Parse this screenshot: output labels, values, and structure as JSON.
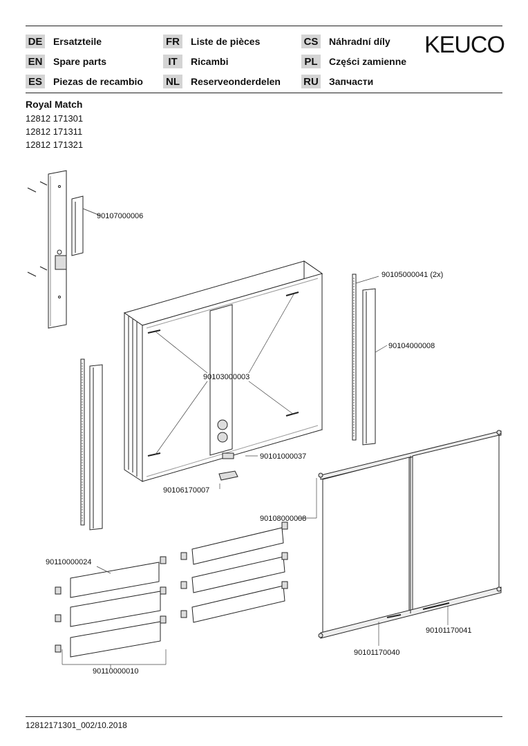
{
  "header": {
    "brand": "KEUCO",
    "languages": [
      {
        "code": "DE",
        "label": "Ersatzteile"
      },
      {
        "code": "EN",
        "label": "Spare parts"
      },
      {
        "code": "ES",
        "label": "Piezas de recambio"
      },
      {
        "code": "FR",
        "label": "Liste de pièces"
      },
      {
        "code": "IT",
        "label": "Ricambi"
      },
      {
        "code": "NL",
        "label": "Reserveonderdelen"
      },
      {
        "code": "CS",
        "label": "Náhradní díly"
      },
      {
        "code": "PL",
        "label": "Części zamienne"
      },
      {
        "code": "RU",
        "label": "Запчасти"
      }
    ]
  },
  "product": {
    "name": "Royal Match",
    "numbers": [
      "12812 171301",
      "12812 171311",
      "12812 171321"
    ]
  },
  "parts": [
    "90107000006",
    "90105000041 (2x)",
    "90104000008",
    "90103000003",
    "90101000037",
    "90106170007",
    "90108000008",
    "90110000024",
    "90110000010",
    "90101170041",
    "90101170040"
  ],
  "footer": {
    "doc_id": "12812171301_002/10.2018"
  }
}
